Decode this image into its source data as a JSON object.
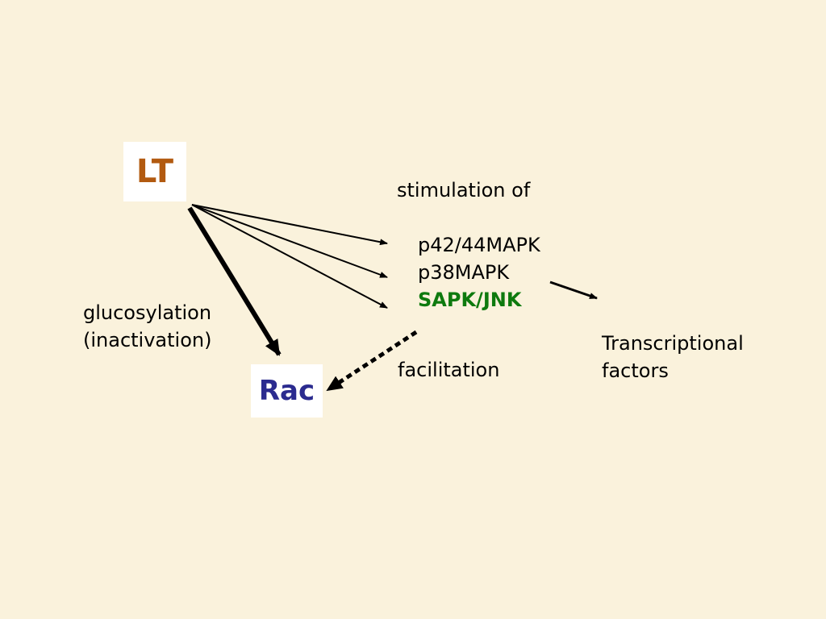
{
  "nodes": {
    "lt": {
      "label": "LT",
      "color": "#B25A10"
    },
    "rac": {
      "label": "Rac",
      "color": "#2B2B8F"
    }
  },
  "labels": {
    "stimulation": "stimulation of",
    "kinases": [
      {
        "text": "p42/44MAPK",
        "color": "#000000"
      },
      {
        "text": "p38MAPK",
        "color": "#000000"
      },
      {
        "text": "SAPK/JNK",
        "color": "#0E7A0E"
      }
    ],
    "glucosylation": [
      "glucosylation",
      "(inactivation)"
    ],
    "facilitation": "facilitation",
    "transcription": [
      "Transcriptional",
      "factors"
    ]
  }
}
